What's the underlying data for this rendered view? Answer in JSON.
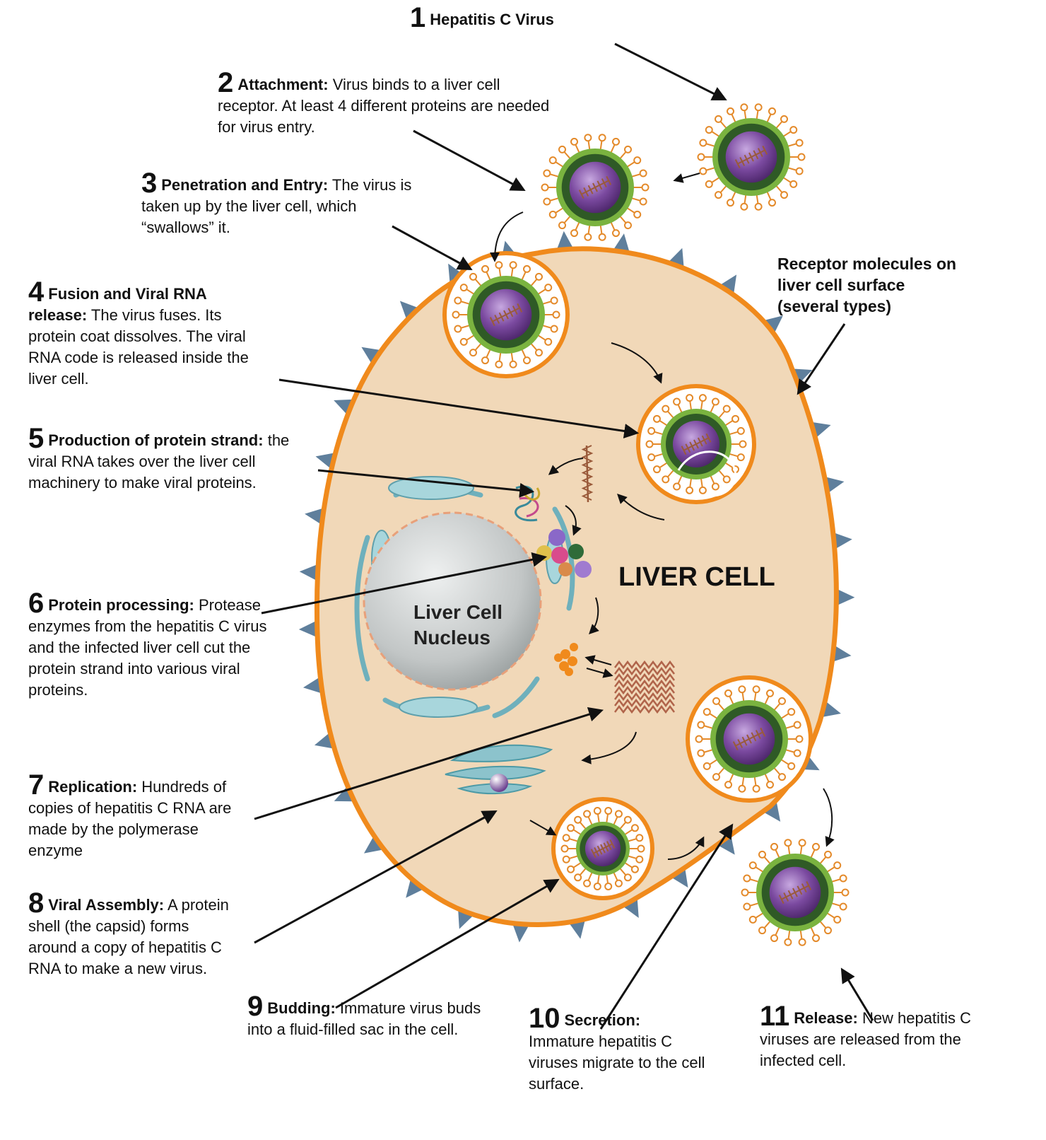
{
  "steps": [
    {
      "num": "1",
      "title": "Hepatitis C Virus",
      "text": ""
    },
    {
      "num": "2",
      "title": "Attachment:",
      "text": "Virus binds to a liver cell receptor. At least 4 different proteins are needed for virus entry."
    },
    {
      "num": "3",
      "title": "Penetration and Entry:",
      "text": "The virus is taken up by the liver cell, which “swallows” it."
    },
    {
      "num": "4",
      "title": "Fusion and Viral RNA release:",
      "text": "The virus fuses. Its protein coat dissolves. The viral RNA code is released inside the liver cell."
    },
    {
      "num": "5",
      "title": "Production of protein strand:",
      "text": "the viral RNA takes over the liver cell machinery to make viral proteins."
    },
    {
      "num": "6",
      "title": "Protein processing:",
      "text": "Protease enzymes from the hepatitis C virus and the infected liver cell cut the protein strand into various viral proteins."
    },
    {
      "num": "7",
      "title": "Replication:",
      "text": "Hundreds of copies of hepatitis C RNA are made by the polymerase enzyme"
    },
    {
      "num": "8",
      "title": "Viral Assembly:",
      "text": "A protein shell (the capsid) forms around a copy of hepatitis C RNA to make a new virus."
    },
    {
      "num": "9",
      "title": "Budding:",
      "text": "Immature virus buds into a fluid-filled sac in the cell."
    },
    {
      "num": "10",
      "title": "Secretion:",
      "text": "Immature hepatitis C viruses migrate to the cell surface."
    },
    {
      "num": "11",
      "title": "Release:",
      "text": "New hepatitis C viruses are released from the infected cell."
    }
  ],
  "labels": {
    "receptors": "Receptor molecules on liver cell surface (several types)",
    "liver_cell": "LIVER CELL",
    "nucleus": "Liver Cell Nucleus"
  },
  "colors": {
    "cell_fill": "#f1d8b8",
    "cell_border": "#f08a1c",
    "receptor_spike": "#5f7f9c",
    "virus_envelope": "#3d6b2f",
    "virus_ring": "#7ab33f",
    "virus_core": "#6b3f8f",
    "nucleus": "#c8cbcb",
    "er": "#7fb8c2"
  }
}
